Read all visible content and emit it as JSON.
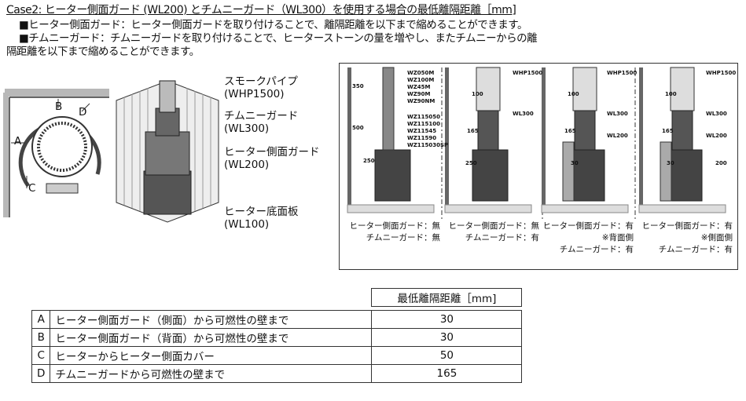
{
  "title": "Case2: ヒーター側面ガード (WL200) とチムニーガード（WL300）を使用する場合の最低離隔距離［mm]",
  "notes": [
    "■ヒーター側面ガード：ヒーター側面ガードを取り付けることで、離隔距離を以下まで縮めることができます。",
    "■チムニーガード：チムニーガードを取り付けることで、ヒーターストーンの量を増やし、またチムニーからの離",
    "隔距離を以下まで縮めることができます。"
  ],
  "topview": {
    "labels": [
      "A",
      "B",
      "C",
      "D"
    ]
  },
  "parts": [
    {
      "name": "スモークパイプ",
      "code": "(WHP1500)"
    },
    {
      "name": "チムニーガード",
      "code": "(WL300)"
    },
    {
      "name": "ヒーター側面ガード",
      "code": "(WL200)"
    },
    {
      "name": "ヒーター底面板",
      "code": "(WL100)"
    }
  ],
  "panels": [
    {
      "codes": [
        "WZ050M",
        "WZ100M",
        "WZ45M",
        "WZ90M",
        "WZ90NM"
      ],
      "codes2": [
        "WZ115050",
        "WZ115100",
        "WZ11545",
        "WZ11590",
        "WZ115030SP"
      ],
      "dims": [
        "350",
        "500",
        "250"
      ],
      "captions": [
        "ヒーター側面ガード：無",
        "チムニーガード：無"
      ]
    },
    {
      "pipe": "WHP1500",
      "guard": "WL300",
      "dims": [
        "100",
        "165",
        "250"
      ],
      "captions": [
        "ヒーター側面ガード：無",
        "チムニーガード：有"
      ]
    },
    {
      "pipe": "WHP1500",
      "guard": "WL300",
      "side": "WL200",
      "dims": [
        "100",
        "165",
        "30"
      ],
      "captions": [
        "ヒーター側面ガード：有",
        "※背面側",
        "チムニーガード：有"
      ]
    },
    {
      "pipe": "WHP1500",
      "guard": "WL300",
      "side": "WL200",
      "dims": [
        "100",
        "165",
        "30",
        "200"
      ],
      "captions": [
        "ヒーター側面ガード：有",
        "※側面側",
        "チムニーガード：有"
      ]
    }
  ],
  "table": {
    "header": "最低離隔距離［mm]",
    "rows": [
      {
        "id": "A",
        "desc": "ヒーター側面ガード（側面）から可燃性の壁まで",
        "value": "30"
      },
      {
        "id": "B",
        "desc": "ヒーター側面ガード（背面）から可燃性の壁まで",
        "value": "30"
      },
      {
        "id": "C",
        "desc": "ヒーターからヒーター側面カバー",
        "value": "50"
      },
      {
        "id": "D",
        "desc": "チムニーガードから可燃性の壁まで",
        "value": "165"
      }
    ]
  }
}
